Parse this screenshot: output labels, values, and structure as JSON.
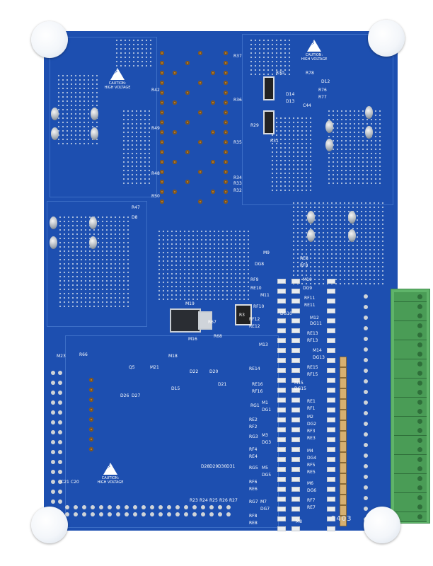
{
  "photo": {
    "caution_text": "CAUTION:\nHIGH VOLTAGE",
    "board_code": "2403",
    "colors": {
      "pcb": "#1d4fb0",
      "silk": "#ffffff",
      "terminal": "#5fb46a",
      "pad": "#c08a3a"
    }
  },
  "labels": {
    "r37": "R37",
    "r36": "R36",
    "r35": "R35",
    "r34": "R34",
    "r33": "R33",
    "r32": "R32",
    "r31": "R31",
    "r30": "R30",
    "r29": "R29",
    "r78": "R78",
    "r76": "R76",
    "r77": "R77",
    "d12": "D12",
    "d13": "D13",
    "d14": "D14",
    "c44": "C44",
    "r42": "R42",
    "r49": "R49",
    "r48": "R48",
    "r50": "R50",
    "r47": "R47",
    "d8": "D8",
    "m19": "M19",
    "m9": "M9",
    "m10": "M10",
    "m11": "M11",
    "m12": "M12",
    "m13": "M13",
    "m14": "M14",
    "m15": "M15",
    "dg8": "DG8",
    "dg9": "DG9",
    "dg10": "DG10",
    "dg11": "DG11",
    "dg13": "DG13",
    "dg15": "DG15",
    "re8": "RE8",
    "rf8": "RF8",
    "rf9": "RF9",
    "re10": "RE10",
    "rf10": "RF10",
    "re11": "RE11",
    "rf11": "RF11",
    "re12": "RE12",
    "rf12": "RF12",
    "re13": "RE13",
    "rf13": "RF13",
    "re14": "RE14",
    "re15": "RE15",
    "rf15": "RF15",
    "re16": "RE16",
    "rf16": "RF16",
    "rg1": "RG1",
    "m1": "M1",
    "dg1": "DG1",
    "re1": "RE1",
    "rf1": "RF1",
    "re2": "RE2",
    "rf2": "RF2",
    "m2": "M2",
    "dg2": "DG2",
    "rf3": "RF3",
    "re3": "RE3",
    "rg3": "RG3",
    "m3": "M3",
    "dg3": "DG3",
    "rf4": "RF4",
    "re4": "RE4",
    "m4": "M4",
    "dg4": "DG4",
    "rg5": "RG5",
    "m5": "M5",
    "dg5": "DG5",
    "rf5": "RF5",
    "re5": "RE5",
    "rf6": "RF6",
    "re6": "RE6",
    "m6": "M6",
    "dg6": "DG6",
    "rg7": "RG7",
    "m7": "M7",
    "dg7": "DG7",
    "rf7": "RF7",
    "re7": "RE7",
    "rf8b": "RF8",
    "re8b": "RE8",
    "m8": "M8",
    "m16": "M16",
    "m18": "M18",
    "m21": "M21",
    "m23": "M23",
    "q5": "Q5",
    "r66": "R66",
    "r67": "R67",
    "r68": "R68",
    "d15": "D15",
    "d20": "D20",
    "d21": "D21",
    "d22": "D22",
    "d26": "D26",
    "d27": "D27",
    "d28": "D28",
    "d29": "D29",
    "d30": "D30",
    "d31": "D31",
    "r23": "R23",
    "r24": "R24",
    "r25": "R25",
    "r26": "R26",
    "r27": "R27",
    "r3": "R3",
    "c21": "C21",
    "c20": "C20"
  }
}
